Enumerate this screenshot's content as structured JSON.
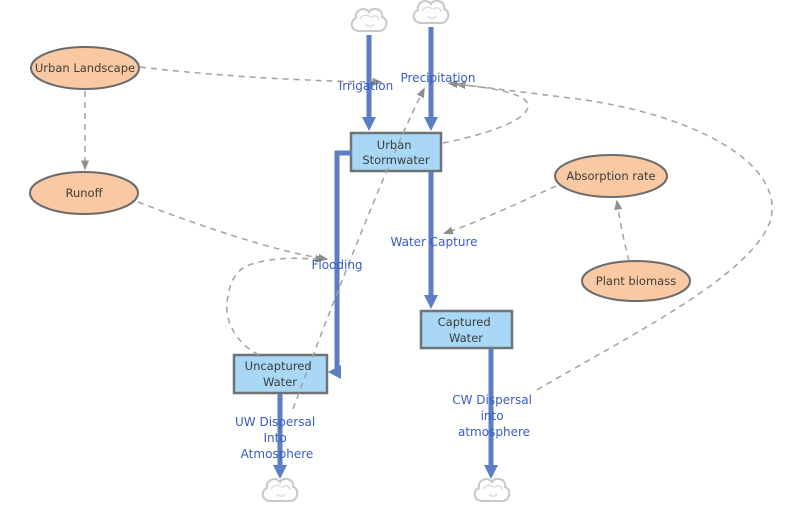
{
  "diagram_type": "stock-and-flow",
  "palette": {
    "background": "#FFFFFF",
    "variable_fill": "#F9C9A3",
    "variable_stroke": "#6B6B6B",
    "stock_fill": "#A9D7F6",
    "stock_stroke": "#6E7377",
    "flow_pipe": "#5B7EC5",
    "flow_label": "#3A5BC7",
    "node_text": "#3D3D3D",
    "connector": "#A2A2A2",
    "connector_arrow": "#8E8E8E",
    "cloud_stroke": "#C8C8C8"
  },
  "variables": {
    "urban_landscape": {
      "label": "Urban Landscape"
    },
    "runoff": {
      "label": "Runoff"
    },
    "absorption_rate": {
      "label": "Absorption rate"
    },
    "plant_biomass": {
      "label": "Plant biomass"
    }
  },
  "stocks": {
    "urban_stormwater": {
      "line1": "Urban",
      "line2": "Stormwater"
    },
    "captured_water": {
      "line1": "Captured",
      "line2": "Water"
    },
    "uncaptured_water": {
      "line1": "Uncaptured",
      "line2": "Water"
    }
  },
  "flows": {
    "irrigation": {
      "label": "Irrigation"
    },
    "precipitation": {
      "label": "Precipitation"
    },
    "water_capture": {
      "label": "Water Capture"
    },
    "flooding": {
      "label": "Flooding"
    },
    "uw_dispersal": {
      "line1": "UW Dispersal",
      "line2": "Into",
      "line3": "Atmosphere"
    },
    "cw_dispersal": {
      "line1": "CW Dispersal",
      "line2": "into",
      "line3": "atmosphere"
    }
  },
  "connectors": [
    {
      "from": "urban_landscape",
      "to": "runoff"
    },
    {
      "from": "urban_landscape",
      "to": "irrigation"
    },
    {
      "from": "runoff",
      "to": "flooding"
    },
    {
      "from": "uncaptured_water",
      "to": "flooding"
    },
    {
      "from": "uw_dispersal",
      "to": "precipitation"
    },
    {
      "from": "cw_dispersal",
      "to": "precipitation"
    },
    {
      "from": "urban_stormwater",
      "to": "precipitation"
    },
    {
      "from": "plant_biomass",
      "to": "absorption_rate"
    },
    {
      "from": "absorption_rate",
      "to": "water_capture"
    }
  ],
  "cloud_icons": 4
}
